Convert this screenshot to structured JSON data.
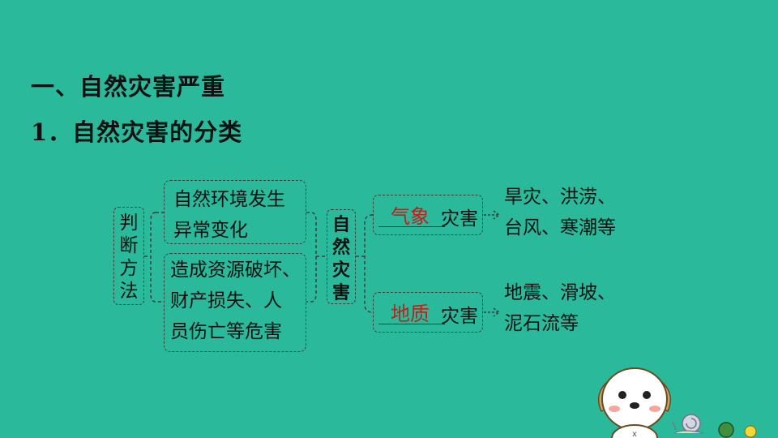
{
  "heading_section": "一、自然灾害严重",
  "heading_sub": "1．自然灾害的分类",
  "diagram": {
    "method_label": "判断方法",
    "criteria": [
      [
        "自然环境发生",
        "异常变化"
      ],
      [
        "造成资源破坏、",
        "财产损失、人",
        "员伤亡等危害"
      ]
    ],
    "center_label": "自然灾害",
    "types": [
      {
        "fill": "气象",
        "suffix": "灾害",
        "examples": [
          "旱灾、洪涝、",
          "台风、寒潮等"
        ]
      },
      {
        "fill": "地质",
        "suffix": "灾害",
        "examples": [
          "地震、滑坡、",
          "泥石流等"
        ]
      }
    ]
  },
  "colors": {
    "background": "#2ab99a",
    "answer": "#c0201a",
    "text": "#111111"
  },
  "icons": [
    "cartoon-dog-icon",
    "snail-icon",
    "arrow-icon"
  ]
}
